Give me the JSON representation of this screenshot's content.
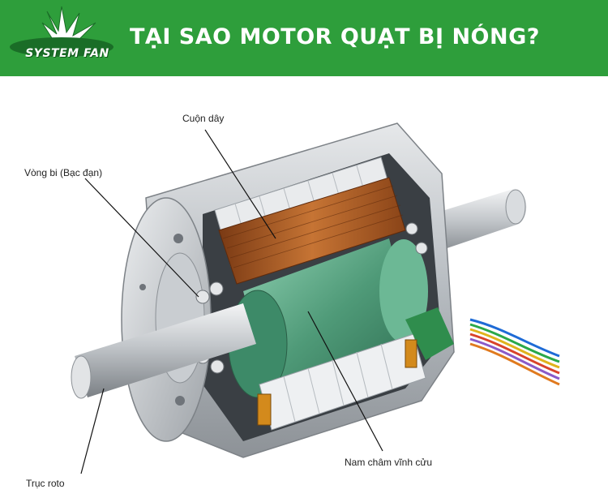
{
  "header": {
    "logo_text": "SYSTEM FAN",
    "title": "TẠI SAO MOTOR QUẠT BỊ NÓNG?"
  },
  "diagram": {
    "labels": {
      "coil": "Cuộn dây",
      "bearing": "Vòng bi (Bạc đạn)",
      "shaft": "Trục roto",
      "magnet": "Nam châm vĩnh cửu"
    }
  },
  "colors": {
    "banner": "#2e9e3b",
    "coil": "#b8642a",
    "magnet": "#4f9a78",
    "housing": "#b9bec3"
  }
}
